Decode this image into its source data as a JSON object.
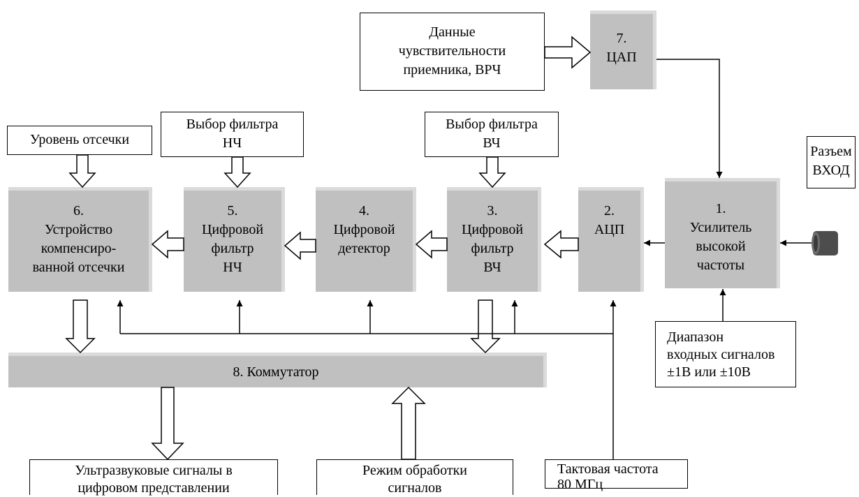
{
  "diagram": {
    "blocks": {
      "dac": {
        "num": "7.",
        "label": "ЦАП"
      },
      "amp": {
        "num": "1.",
        "label": "Усилитель\nвысокой\nчастоты"
      },
      "adc": {
        "num": "2.",
        "label": "АЦП"
      },
      "hpf": {
        "num": "3.",
        "label": "Цифровой\nфильтр\nВЧ"
      },
      "detector": {
        "num": "4.",
        "label": "Цифровой\nдетектор"
      },
      "lpf": {
        "num": "5.",
        "label": "Цифровой\nфильтр\nНЧ"
      },
      "cutoff": {
        "num": "6.",
        "label": "Устройство\nкомпенсиро-\nванной отсечки"
      },
      "switch": {
        "label": "8. Коммутатор"
      }
    },
    "inputs": {
      "sensitivity": "Данные\nчувствительности\nприемника, ВРЧ",
      "cutoff_level": "Уровень отсечки",
      "lpf_select": "Выбор фильтра\nНЧ",
      "hpf_select": "Выбор фильтра\nВЧ",
      "connector": "Разъем\nВХОД",
      "input_range": "Диапазон\nвходных сигналов\n±1В или ±10В",
      "mode": "Режим обработки\nсигналов",
      "clock": "Тактовая частота\n80 МГц"
    },
    "outputs": {
      "ultrasound": "Ультразвуковые сигналы в\nцифровом представлении"
    },
    "icons": {
      "connector": "connector-plug-icon"
    }
  },
  "colors": {
    "block_fill": "#c0c0c0",
    "block_edge": "#dadada",
    "connector": "#4d4d4d"
  }
}
